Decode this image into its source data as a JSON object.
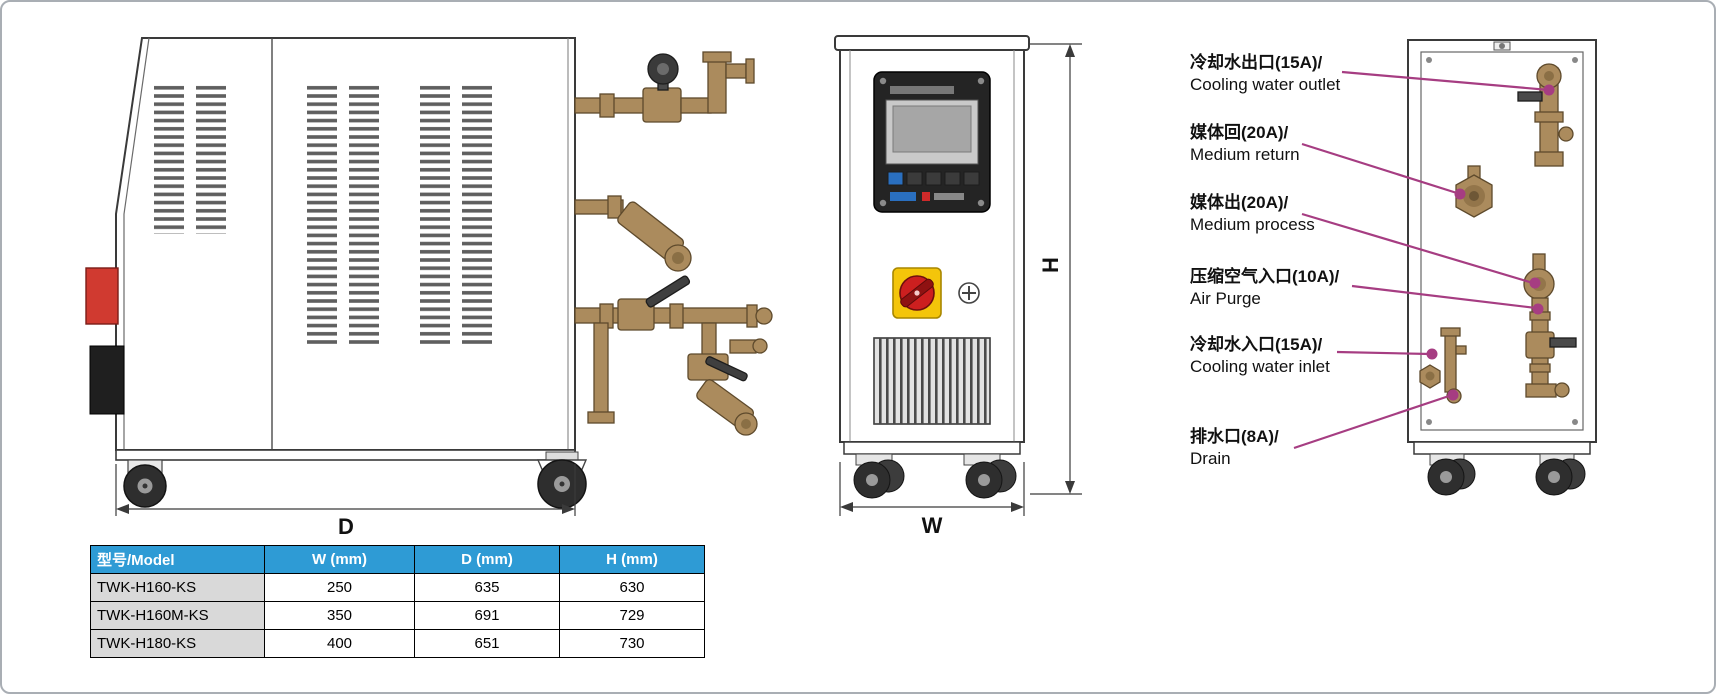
{
  "dimensions": {
    "side_depth_label": "D",
    "front_width_label": "W",
    "front_height_label": "H"
  },
  "annotations": [
    {
      "zh": "冷却水出口(15A)/",
      "en": "Cooling water outlet"
    },
    {
      "zh": "媒体回(20A)/",
      "en": "Medium return"
    },
    {
      "zh": "媒体出(20A)/",
      "en": "Medium process"
    },
    {
      "zh": "压缩空气入口(10A)/",
      "en": "Air Purge"
    },
    {
      "zh": "冷却水入口(15A)/",
      "en": "Cooling water inlet"
    },
    {
      "zh": "排水口(8A)/",
      "en": "Drain"
    }
  ],
  "spec_table": {
    "headers": {
      "model": "型号/Model",
      "w": "W (mm)",
      "d": "D (mm)",
      "h": "H (mm)"
    },
    "rows": [
      {
        "model": "TWK-H160-KS",
        "w": "250",
        "d": "635",
        "h": "630"
      },
      {
        "model": "TWK-H160M-KS",
        "w": "350",
        "d": "691",
        "h": "729"
      },
      {
        "model": "TWK-H180-KS",
        "w": "400",
        "d": "651",
        "h": "730"
      }
    ]
  },
  "colors": {
    "table_header_bg": "#2E9BD5",
    "model_cell_bg": "#D9D9D9",
    "annotation_line": "#A63D82",
    "brass": "#AB8B5D",
    "switch_red": "#CC1F1F",
    "switch_yellow": "#F4C50A",
    "accent_red": "#D03A30",
    "outline": "#3A3A3A"
  }
}
